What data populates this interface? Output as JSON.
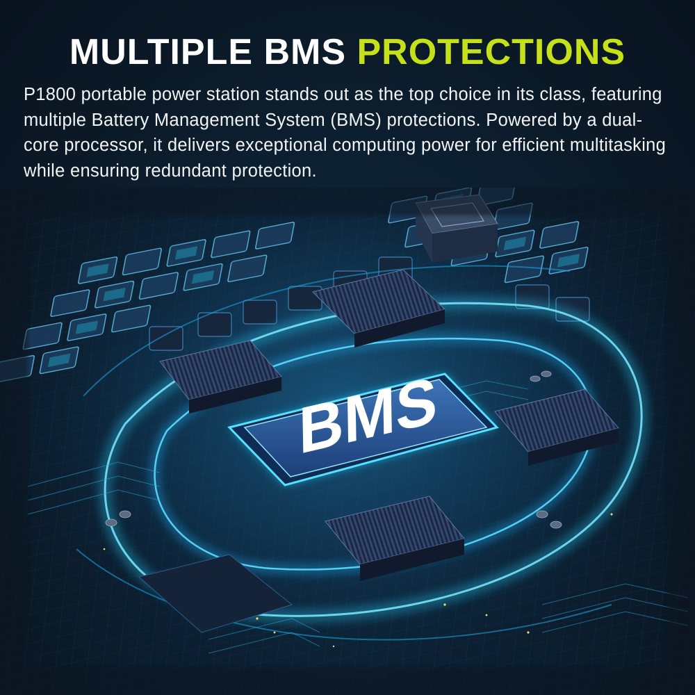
{
  "header": {
    "title_part1": "MULTIPLE BMS ",
    "title_part2": "PROTECTIONS",
    "accent_color": "#c6e01a"
  },
  "body": {
    "description": "P1800 portable power station stands out as the top choice in its class, featuring multiple Battery Management System (BMS) protections. Powered by a dual-core processor, it delivers exceptional computing power for efficient multitasking while ensuring redundant protection."
  },
  "illustration": {
    "chip_label": "BMS",
    "glow_color": "#2fd8ff"
  }
}
